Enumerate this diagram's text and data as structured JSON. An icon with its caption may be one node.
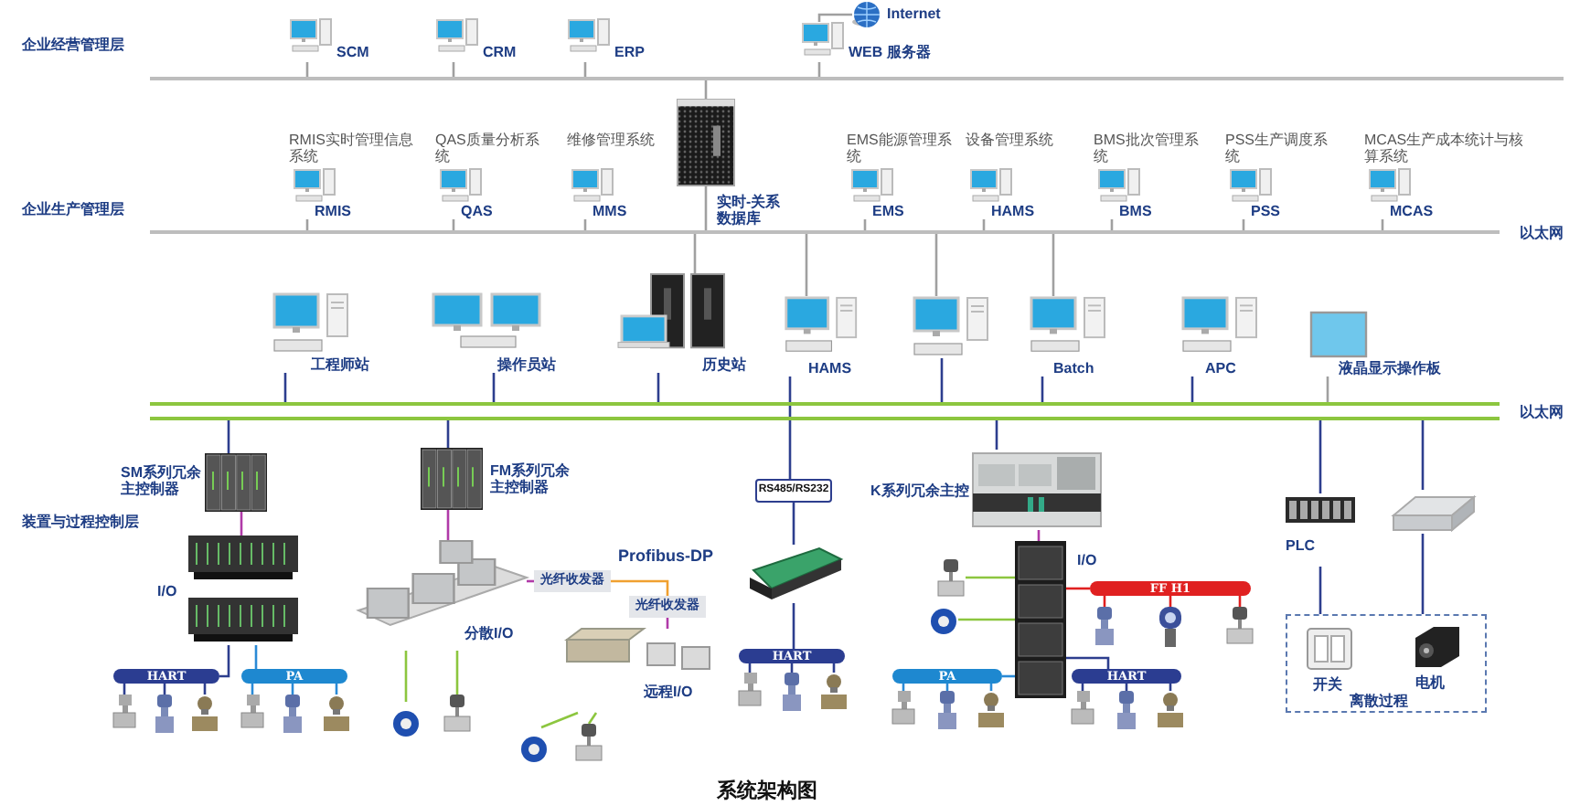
{
  "diagram": {
    "caption": "系统架构图",
    "nodes": [
      {
        "text": [
          "Internet"
        ]
      },
      {
        "text": [
          "SCM"
        ]
      },
      {
        "text": [
          "CRM"
        ]
      },
      {
        "text": [
          "ERP"
        ]
      },
      {
        "text": [
          "WEB 服务器"
        ]
      },
      {
        "text": [],
        "shape": "bar"
      },
      {
        "text": [],
        "shape": "picture",
        "beside": [
          "实时-关系数据库"
        ]
      },
      {
        "text": [
          "RMIS实时管理信息系统",
          "RMIS"
        ]
      },
      {
        "text": [
          "QAS质量分析系统",
          "QAS"
        ]
      },
      {
        "text": [
          "维修管理系统",
          "MMS"
        ]
      },
      {
        "text": [
          "EMS能源管理系统",
          "EMS"
        ]
      },
      {
        "text": [
          "设备管理系统",
          "HAMS"
        ]
      },
      {
        "text": [
          "BMS批次管理系统",
          "BMS"
        ]
      },
      {
        "text": [
          "PSS生产调度系统",
          "PSS"
        ]
      },
      {
        "text": [
          "MCAS生产成本统计与核算系统",
          "MCAS"
        ]
      },
      {
        "text": [],
        "shape": "bar"
      },
      {
        "text": [
          "工程师站"
        ]
      },
      {
        "text": [
          "操作员站"
        ]
      },
      {
        "text": [
          "历史站"
        ]
      },
      {
        "text": [
          "HAMS"
        ]
      },
      {
        "text": [],
        "shape": "picture"
      },
      {
        "text": [
          "Batch"
        ]
      },
      {
        "text": [
          "APC"
        ]
      },
      {
        "text": [
          "液晶显示操作板"
        ]
      },
      {
        "text": [],
        "shape": "bar"
      },
      {
        "text": [
          "SM系列冗余主控制器"
        ]
      },
      {
        "text": [
          "FM系列冗余主控制器"
        ]
      },
      {
        "text": [
          "RS485/RS232"
        ]
      },
      {
        "text": [
          "K系列冗余主控"
        ]
      },
      {
        "text": [
          "PLC"
        ]
      },
      {
        "text": [],
        "shape": "picture"
      },
      {
        "text": [
          "I/O"
        ]
      },
      {
        "text": [
          "分散I/O"
        ]
      },
      {
        "text": [
          "光纤收发器"
        ]
      },
      {
        "text": [
          "光纤收发器"
        ]
      },
      {
        "text": [
          "远程I/O"
        ]
      },
      {
        "text": [],
        "shape": "picture"
      },
      {
        "text": [
          "I/O"
        ]
      },
      {
        "text": [
          "离散过程"
        ]
      },
      {
        "text": [
          "开关"
        ],
        "in": 38
      },
      {
        "text": [
          "电机"
        ],
        "in": 38
      },
      {
        "text": [
          "HART"
        ]
      },
      {
        "text": [
          "PA"
        ]
      },
      {
        "text": [
          "HART"
        ]
      },
      {
        "text": [
          "PA"
        ]
      },
      {
        "text": [
          "HART"
        ]
      },
      {
        "text": [
          "FF H1"
        ]
      },
      {
        "text": [],
        "shape": "picture"
      },
      {
        "text": [],
        "shape": "picture"
      },
      {
        "text": [],
        "shape": "picture"
      },
      {
        "text": [],
        "shape": "picture"
      },
      {
        "text": [],
        "shape": "picture"
      },
      {
        "text": [],
        "shape": "picture"
      },
      {
        "text": [],
        "shape": "picture"
      },
      {
        "text": [],
        "shape": "picture"
      },
      {
        "text": [],
        "shape": "picture"
      },
      {
        "text": [],
        "shape": "picture"
      },
      {
        "text": [],
        "shape": "picture"
      },
      {
        "text": [],
        "shape": "picture"
      },
      {
        "text": [],
        "shape": "picture"
      },
      {
        "text": [],
        "shape": "picture"
      },
      {
        "text": [],
        "shape": "picture"
      },
      {
        "text": [],
        "shape": "picture"
      },
      {
        "text": [],
        "shape": "picture"
      },
      {
        "text": [],
        "shape": "picture"
      },
      {
        "text": [],
        "shape": "picture"
      },
      {
        "text": [],
        "shape": "picture"
      },
      {
        "text": [],
        "shape": "picture"
      },
      {
        "text": [],
        "shape": "picture"
      },
      {
        "text": [],
        "shape": "picture"
      },
      {
        "text": [],
        "shape": "picture"
      }
    ],
    "edges": [
      {
        "from": 0,
        "to": 4,
        "arrow": "none",
        "color": "#a0a0a0"
      },
      {
        "from": 1,
        "to": 5,
        "arrow": "none",
        "color": "#a0a0a0"
      },
      {
        "from": 2,
        "to": 5,
        "arrow": "none",
        "color": "#a0a0a0"
      },
      {
        "from": 3,
        "to": 5,
        "arrow": "none",
        "color": "#a0a0a0"
      },
      {
        "from": 4,
        "to": 5,
        "arrow": "none",
        "color": "#a0a0a0"
      },
      {
        "from": 6,
        "to": 5,
        "arrow": "none",
        "color": "#a0a0a0"
      },
      {
        "from": 6,
        "to": 15,
        "arrow": "none",
        "color": "#a0a0a0"
      },
      {
        "from": 7,
        "to": 15,
        "arrow": "none",
        "color": "#a0a0a0"
      },
      {
        "from": 8,
        "to": 15,
        "arrow": "none",
        "color": "#a0a0a0"
      },
      {
        "from": 9,
        "to": 15,
        "arrow": "none",
        "color": "#a0a0a0"
      },
      {
        "from": 10,
        "to": 15,
        "arrow": "none",
        "color": "#a0a0a0"
      },
      {
        "from": 11,
        "to": 15,
        "arrow": "none",
        "color": "#a0a0a0"
      },
      {
        "from": 12,
        "to": 15,
        "arrow": "none",
        "color": "#a0a0a0"
      },
      {
        "from": 13,
        "to": 15,
        "arrow": "none",
        "color": "#a0a0a0"
      },
      {
        "from": 14,
        "to": 15,
        "arrow": "none",
        "color": "#a0a0a0"
      },
      {
        "from": 15,
        "to": 18,
        "arrow": "none",
        "color": "#a0a0a0"
      },
      {
        "from": 15,
        "to": 19,
        "arrow": "none",
        "color": "#a0a0a0"
      },
      {
        "from": 15,
        "to": 20,
        "arrow": "none",
        "color": "#a0a0a0"
      },
      {
        "from": 15,
        "to": 21,
        "arrow": "none",
        "color": "#a0a0a0"
      },
      {
        "from": 16,
        "to": 24,
        "arrow": "none"
      },
      {
        "from": 17,
        "to": 24,
        "arrow": "none"
      },
      {
        "from": 18,
        "to": 24,
        "arrow": "none"
      },
      {
        "from": 20,
        "to": 24,
        "arrow": "none"
      },
      {
        "from": 21,
        "to": 24,
        "arrow": "none"
      },
      {
        "from": 22,
        "to": 24,
        "arrow": "none"
      },
      {
        "from": 23,
        "to": 24,
        "arrow": "none",
        "color": "#a0a0a0"
      },
      {
        "from": 19,
        "to": 27,
        "arrow": "none"
      },
      {
        "from": 24,
        "to": 25,
        "arrow": "none"
      },
      {
        "from": 24,
        "to": 26,
        "arrow": "none"
      },
      {
        "from": 24,
        "to": 28,
        "arrow": "none"
      },
      {
        "from": 24,
        "to": 29,
        "arrow": "none"
      },
      {
        "from": 24,
        "to": 30,
        "arrow": "none"
      },
      {
        "from": 25,
        "to": 31,
        "arrow": "none",
        "color": "#b03aa8"
      },
      {
        "from": 26,
        "to": 32,
        "arrow": "none",
        "color": "#b03aa8"
      },
      {
        "from": 32,
        "to": 33,
        "arrow": "none",
        "color": "#b03aa8"
      },
      {
        "from": 33,
        "to": 34,
        "arrow": "none",
        "color": "#f0a030"
      },
      {
        "from": 34,
        "to": 35,
        "arrow": "none",
        "color": "#b03aa8"
      },
      {
        "from": 27,
        "to": 36,
        "arrow": "none"
      },
      {
        "from": 28,
        "to": 37,
        "arrow": "none",
        "color": "#b03aa8"
      },
      {
        "from": 29,
        "to": 38,
        "arrow": "none"
      },
      {
        "from": 30,
        "to": 38,
        "arrow": "none"
      },
      {
        "from": 31,
        "to": 41,
        "arrow": "none"
      },
      {
        "from": 31,
        "to": 42,
        "arrow": "none",
        "color": "#2a8ad6"
      },
      {
        "from": 36,
        "to": 43,
        "arrow": "none"
      },
      {
        "from": 37,
        "to": 44,
        "arrow": "none",
        "color": "#2a8ad6"
      },
      {
        "from": 37,
        "to": 45,
        "arrow": "none"
      },
      {
        "from": 37,
        "to": 46,
        "arrow": "none",
        "color": "#e02020"
      },
      {
        "from": 41,
        "to": 47,
        "arrow": "none"
      },
      {
        "from": 41,
        "to": 48,
        "arrow": "none"
      },
      {
        "from": 41,
        "to": 49,
        "arrow": "none"
      },
      {
        "from": 42,
        "to": 50,
        "arrow": "none",
        "color": "#2a8ad6"
      },
      {
        "from": 42,
        "to": 51,
        "arrow": "none",
        "color": "#2a8ad6"
      },
      {
        "from": 42,
        "to": 52,
        "arrow": "none",
        "color": "#2a8ad6"
      },
      {
        "from": 32,
        "to": 53,
        "arrow": "none",
        "color": "#8cc63f"
      },
      {
        "from": 32,
        "to": 54,
        "arrow": "none",
        "color": "#8cc63f"
      },
      {
        "from": 35,
        "to": 55,
        "arrow": "none",
        "color": "#8cc63f"
      },
      {
        "from": 35,
        "to": 56,
        "arrow": "none",
        "color": "#8cc63f"
      },
      {
        "from": 43,
        "to": 57,
        "arrow": "none"
      },
      {
        "from": 43,
        "to": 58,
        "arrow": "none"
      },
      {
        "from": 43,
        "to": 59,
        "arrow": "none"
      },
      {
        "from": 37,
        "to": 60,
        "arrow": "none",
        "color": "#8cc63f"
      },
      {
        "from": 37,
        "to": 61,
        "arrow": "none",
        "color": "#8cc63f"
      },
      {
        "from": 44,
        "to": 62,
        "arrow": "none",
        "color": "#2a8ad6"
      },
      {
        "from": 44,
        "to": 63,
        "arrow": "none",
        "color": "#2a8ad6"
      },
      {
        "from": 44,
        "to": 64,
        "arrow": "none",
        "color": "#2a8ad6"
      },
      {
        "from": 45,
        "to": 65,
        "arrow": "none"
      },
      {
        "from": 45,
        "to": 66,
        "arrow": "none"
      },
      {
        "from": 45,
        "to": 67,
        "arrow": "none"
      },
      {
        "from": 46,
        "to": 68,
        "arrow": "none",
        "color": "#e02020"
      },
      {
        "from": 46,
        "to": 69,
        "arrow": "none",
        "color": "#e02020"
      },
      {
        "from": 46,
        "to": 70,
        "arrow": "none",
        "color": "#e02020"
      }
    ],
    "labels": [
      "企业经营管理层",
      "企业生产管理层",
      "以太网",
      "以太网",
      "装置与过程控制层",
      "Profibus-DP"
    ]
  }
}
